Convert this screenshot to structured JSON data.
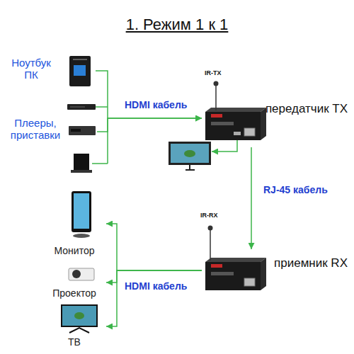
{
  "diagram": {
    "title": "1. Режим 1 к 1",
    "nodes": [
      {
        "text": [
          "Ноутбук ПК"
        ]
      },
      {
        "text": [
          "Плееры, приставки"
        ]
      },
      {
        "text": [
          "передатчик TX"
        ]
      },
      {
        "text": [
          "приемник RX"
        ]
      },
      {
        "text": [
          "Монитор"
        ]
      },
      {
        "text": [
          "Проектор"
        ]
      },
      {
        "text": [
          "ТВ"
        ]
      }
    ],
    "edges": [
      {
        "from": 0,
        "to": 2,
        "label": "HDMI кабель",
        "arrow": "to"
      },
      {
        "from": 1,
        "to": 2,
        "arrow": "to"
      },
      {
        "from": 2,
        "to": 3,
        "label": "RJ-45 кабель",
        "arrow": "to"
      },
      {
        "from": 3,
        "to": 4,
        "label": "HDMI кабель",
        "arrow": "to"
      },
      {
        "from": 3,
        "to": 5,
        "arrow": "to"
      },
      {
        "from": 3,
        "to": 6,
        "arrow": "to"
      }
    ],
    "labels": [
      "IR-TX",
      "IR-RX"
    ]
  }
}
